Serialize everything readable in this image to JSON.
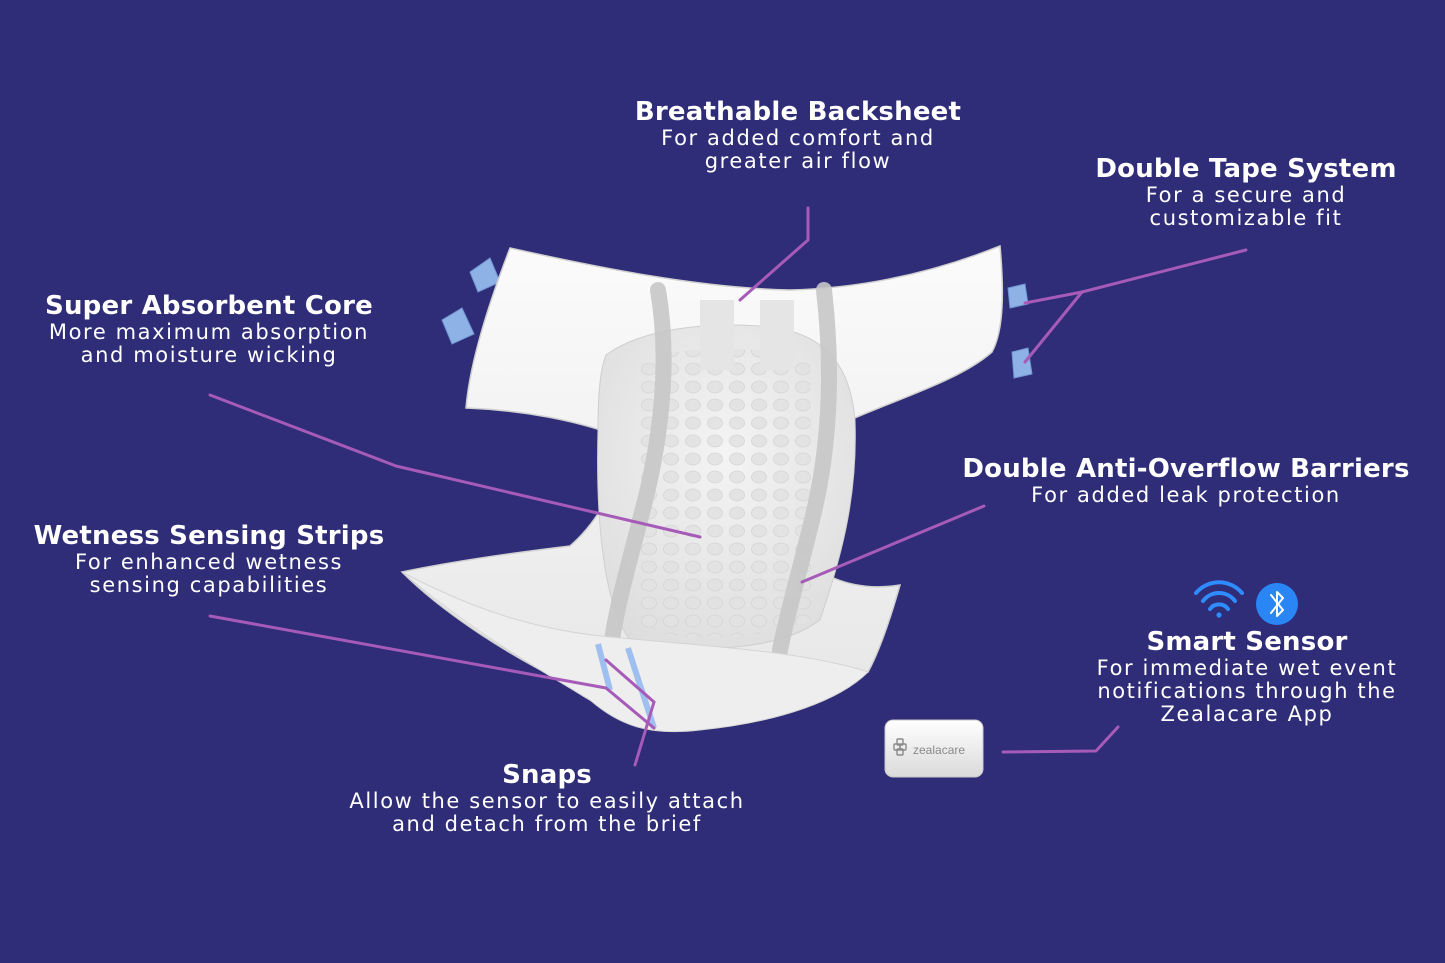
{
  "colors": {
    "background": "#2f2c78",
    "leader_line": "#a65bb8",
    "text": "#ffffff",
    "wifi_blue": "#2f8cff",
    "bluetooth_blue": "#2a86f5"
  },
  "callouts": {
    "breathable_backsheet": {
      "title": "Breathable Backsheet",
      "desc": [
        "For added comfort and",
        "greater air flow"
      ]
    },
    "double_tape": {
      "title": "Double Tape System",
      "desc": [
        "For a secure and",
        "customizable fit"
      ]
    },
    "absorbent_core": {
      "title": "Super Absorbent Core",
      "desc": [
        "More maximum absorption",
        "and moisture wicking"
      ]
    },
    "anti_overflow": {
      "title": "Double Anti-Overflow Barriers",
      "desc": [
        "For added leak protection"
      ]
    },
    "wetness_strips": {
      "title": "Wetness Sensing Strips",
      "desc": [
        "For enhanced wetness",
        "sensing capabilities"
      ]
    },
    "smart_sensor": {
      "title": "Smart Sensor",
      "desc": [
        "For immediate wet event",
        "notifications through the",
        "Zealacare App"
      ]
    },
    "snaps": {
      "title": "Snaps",
      "desc": [
        "Allow the sensor to easily attach",
        "and detach from the brief"
      ]
    }
  },
  "sensor": {
    "brand": "zealacare"
  },
  "icons": {
    "connectivity": [
      "wifi-icon",
      "bluetooth-icon"
    ]
  }
}
